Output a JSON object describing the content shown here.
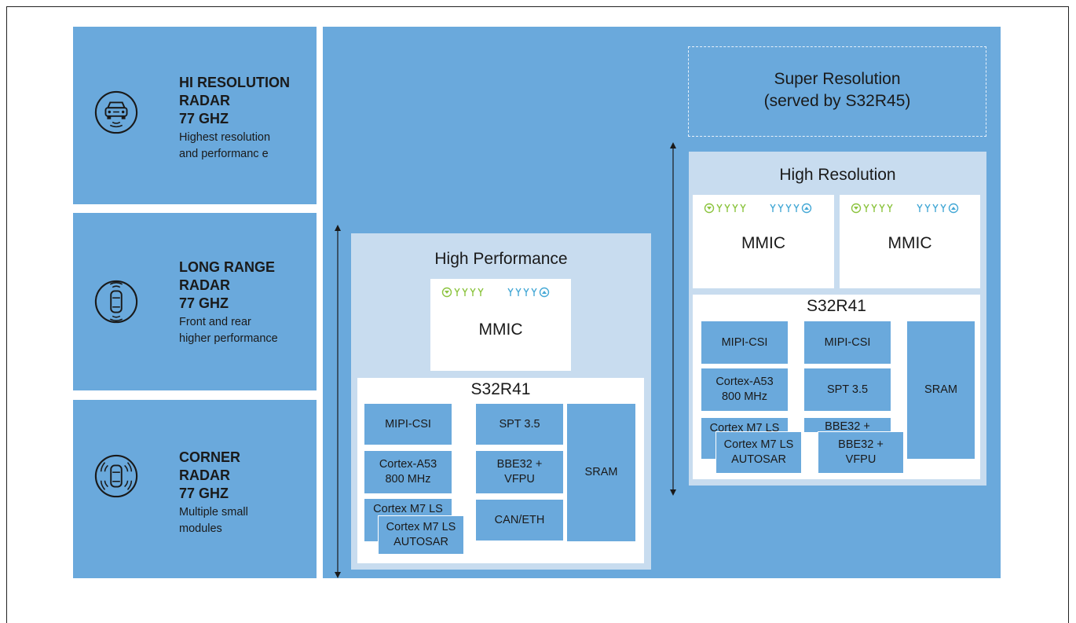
{
  "left_cards": [
    {
      "title_lines": [
        "HI RESOLUTION",
        "RADAR",
        "77 GHZ"
      ],
      "desc_lines": [
        "Highest resolution",
        "and performanc  e"
      ],
      "icon": "car-front-radar-icon"
    },
    {
      "title_lines": [
        "LONG RANGE",
        "RADAR",
        "77 GHZ"
      ],
      "desc_lines": [
        "Front and rear",
        "higher performance"
      ],
      "icon": "car-top-front-rear-radar-icon"
    },
    {
      "title_lines": [
        "CORNER",
        "RADAR",
        "77 GHZ"
      ],
      "desc_lines": [
        "Multiple small",
        "modules"
      ],
      "icon": "car-top-corner-radar-icon"
    }
  ],
  "super_resolution": {
    "line1": "Super Resolution",
    "line2": "(served by S32R45)"
  },
  "high_performance": {
    "title": "High Performance",
    "mmic": "MMIC",
    "chip": "S32R41",
    "blocks": {
      "mipi": "MIPI-CSI",
      "cortex_a53": "Cortex-A53\n800 MHz",
      "cortex_m7_back": "Cortex M7 LS\nA",
      "cortex_m7": "Cortex M7 LS\nAUTOSAR",
      "spt": "SPT 3.5",
      "bbe": "BBE32 +\nVFPU",
      "can": "CAN/ETH",
      "sram": "SRAM"
    }
  },
  "high_resolution": {
    "title": "High Resolution",
    "mmic_left": "MMIC",
    "mmic_right": "MMIC",
    "chip": "S32R41",
    "blocks": {
      "mipi_left": "MIPI-CSI",
      "mipi_right": "MIPI-CSI",
      "cortex_a53": "Cortex-A53\n800 MHz",
      "spt": "SPT 3.5",
      "cortex_m7_back": "Cortex M7 LS\nA",
      "cortex_m7": "Cortex M7 LS\nAUTOSAR",
      "bbe_back": "BBE32 +",
      "bbe": "BBE32 +\nVFPU",
      "sram": "SRAM"
    }
  },
  "colors": {
    "panel_blue": "#6aa9dc",
    "pale_blue": "#c8dcef",
    "antenna_green": "#8cc43f",
    "antenna_blue": "#46a9d6"
  }
}
